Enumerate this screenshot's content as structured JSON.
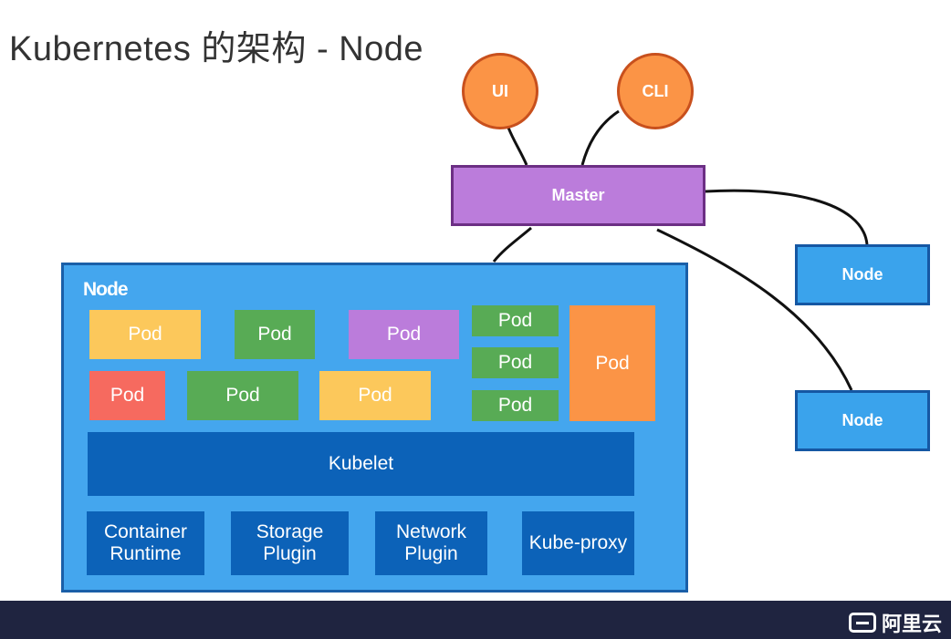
{
  "title": "Kubernetes 的架构 - Node",
  "clients": {
    "ui": "UI",
    "cli": "CLI"
  },
  "master": "Master",
  "side_nodes": [
    "Node",
    "Node"
  ],
  "node": {
    "label": "Node",
    "pods": [
      {
        "label": "Pod",
        "color": "#fcc85b"
      },
      {
        "label": "Pod",
        "color": "#58ab55"
      },
      {
        "label": "Pod",
        "color": "#bb7cdb"
      },
      {
        "label": "Pod",
        "color": "#f66a5f"
      },
      {
        "label": "Pod",
        "color": "#58ab55"
      },
      {
        "label": "Pod",
        "color": "#fcc85b"
      },
      {
        "label": "Pod",
        "color": "#58ab55"
      },
      {
        "label": "Pod",
        "color": "#58ab55"
      },
      {
        "label": "Pod",
        "color": "#58ab55"
      },
      {
        "label": "Pod",
        "color": "#fb9446"
      }
    ],
    "kubelet": "Kubelet",
    "components": [
      {
        "line1": "Container",
        "line2": "Runtime"
      },
      {
        "line1": "Storage",
        "line2": "Plugin"
      },
      {
        "line1": "Network",
        "line2": "Plugin"
      },
      {
        "line1": "Kube-proxy",
        "line2": ""
      }
    ]
  },
  "footer": {
    "logo_text": "阿里云",
    "logo_icon": "alibaba-cloud-icon"
  }
}
